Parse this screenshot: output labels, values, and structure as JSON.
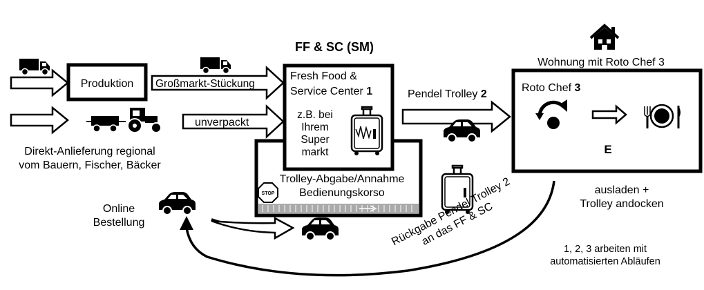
{
  "heading": "FF & SC (SM)",
  "home_label": "Wohnung mit Roto Chef 3",
  "left": {
    "production": "Produktion",
    "direct_delivery_line1": "Direkt-Anlieferung regional",
    "direct_delivery_line2": "vom Bauern, Fischer, Bäcker"
  },
  "inputs": {
    "wholesale": "Großmarkt-Stückung",
    "unpacked": "unverpackt"
  },
  "center": {
    "line1": "Fresh Food &",
    "line2": "Service Center ",
    "line2_num": "1",
    "example": [
      "z.B. bei",
      "Ihrem",
      "Super",
      "markt"
    ],
    "corso_line1": "Trolley-Abgabe/Annahme",
    "corso_line2": "Bedienungskorso",
    "stop": "STOP"
  },
  "pendel": {
    "label": "Pendel Trolley ",
    "num": "2"
  },
  "right": {
    "roto": "Roto Chef ",
    "roto_num": "3",
    "e": "E",
    "unload_line1": "ausladen +",
    "unload_line2": "Trolley andocken"
  },
  "online": {
    "line1": "Online",
    "line2": "Bestellung"
  },
  "return": {
    "line1": "Rückgabe Pendel Trolley 2",
    "line2": "an das FF & SC"
  },
  "footnote": {
    "line1": "1, 2, 3 arbeiten mit",
    "line2": "automatisierten Abläufen"
  },
  "icons": [
    "house-icon",
    "truck-icon",
    "tractor-icon",
    "car-icon",
    "trolley-icon",
    "rotate-icon",
    "plate-cutlery-icon",
    "stop-sign-icon"
  ]
}
